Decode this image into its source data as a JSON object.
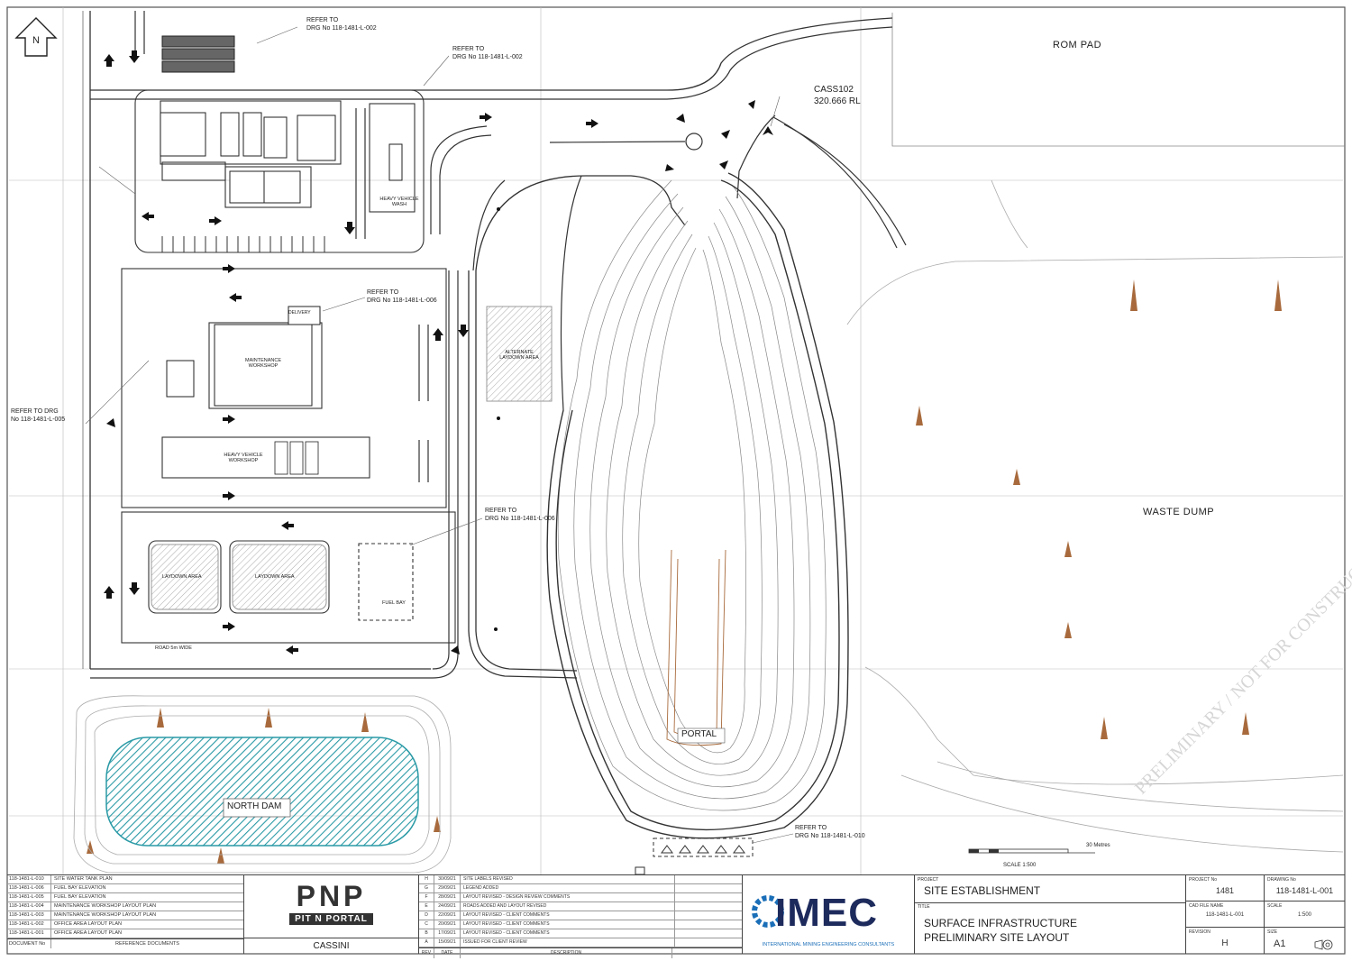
{
  "north_label": "N",
  "areas": {
    "rom_pad": "ROM PAD",
    "waste_dump": "WASTE DUMP",
    "portal": "PORTAL",
    "north_dam": "NORTH DAM",
    "cass": "CASS102",
    "cass_rl": "320.666 RL",
    "heavy_vehicle_wash": "HEAVY VEHICLE WASH",
    "heavy_vehicle_workshop": "HEAVY VEHICLE WORKSHOP",
    "maintenance_workshop": "MAINTENANCE WORKSHOP",
    "delivery": "DELIVERY",
    "laydown_1": "LAYDOWN AREA",
    "laydown_2": "LAYDOWN AREA",
    "laydown_alt": "ALTERNATE LAYDOWN AREA",
    "fuel_bay": "FUEL BAY",
    "cassini_road": "ROAD 5m WIDE"
  },
  "refer_notes": [
    {
      "t1": "REFER TO",
      "t2": "DRG No 118-1481-L-002"
    },
    {
      "t1": "REFER TO",
      "t2": "DRG No 118-1481-L-002"
    },
    {
      "t1": "REFER TO",
      "t2": "DRG No 118-1481-L-006"
    },
    {
      "t1": "REFER TO DRG",
      "t2": "No 118-1481-L-005"
    },
    {
      "t1": "REFER TO",
      "t2": "DRG No 118-1481-L-006"
    },
    {
      "t1": "REFER TO",
      "t2": "DRG No 118-1481-L-010"
    }
  ],
  "scale_bar": {
    "label": "SCALE 1:500",
    "unit": "30 Metres"
  },
  "watermark": "PRELIMINARY / NOT FOR CONSTRUCTION",
  "ref_docs": {
    "header": "REFERENCE DOCUMENTS",
    "rows": [
      {
        "no": "118-1481-L-010",
        "desc": "SITE WATER TANK PLAN"
      },
      {
        "no": "118-1481-L-006",
        "desc": "FUEL BAY ELEVATION"
      },
      {
        "no": "118-1481-L-005",
        "desc": "FUEL BAY ELEVATION"
      },
      {
        "no": "118-1481-L-004",
        "desc": "MAINTENANCE WORKSHOP LAYOUT PLAN"
      },
      {
        "no": "118-1481-L-003",
        "desc": "MAINTENANCE WORKSHOP LAYOUT PLAN"
      },
      {
        "no": "118-1481-L-002",
        "desc": "OFFICE AREA LAYOUT PLAN"
      },
      {
        "no": "118-1481-L-001",
        "desc": "OFFICE AREA LAYOUT PLAN"
      }
    ],
    "col_no": "DOCUMENT No"
  },
  "client": {
    "logo_top": "PNP",
    "logo_bottom": "PIT N PORTAL",
    "project_name": "CASSINI"
  },
  "revisions": {
    "rows": [
      {
        "rev": "H",
        "date": "30/09/21",
        "desc": "SITE LABELS REVISED"
      },
      {
        "rev": "G",
        "date": "29/09/21",
        "desc": "LEGEND ADDED"
      },
      {
        "rev": "F",
        "date": "28/09/21",
        "desc": "LAYOUT REVISED - DESIGN REVIEW COMMENTS"
      },
      {
        "rev": "E",
        "date": "24/09/21",
        "desc": "ROADS ADDED AND LAYOUT REVISED"
      },
      {
        "rev": "D",
        "date": "22/09/21",
        "desc": "LAYOUT REVISED - CLIENT COMMENTS"
      },
      {
        "rev": "C",
        "date": "20/09/21",
        "desc": "LAYOUT REVISED - CLIENT COMMENTS"
      },
      {
        "rev": "B",
        "date": "17/09/21",
        "desc": "LAYOUT REVISED - CLIENT COMMENTS"
      },
      {
        "rev": "A",
        "date": "15/09/21",
        "desc": "ISSUED FOR CLIENT REVIEW"
      }
    ],
    "col_rev": "REV",
    "col_date": "DATE",
    "col_desc": "DESCRIPTION"
  },
  "consultant": {
    "logo": "IMEC",
    "tagline": "INTERNATIONAL MINING ENGINEERING CONSULTANTS"
  },
  "title_block": {
    "project_label": "PROJECT",
    "project": "SITE ESTABLISHMENT",
    "title_label": "TITLE",
    "title_line1": "SURFACE INFRASTRUCTURE",
    "title_line2": "PRELIMINARY SITE LAYOUT",
    "project_no_label": "PROJECT No",
    "project_no": "1481",
    "drawing_no_label": "DRAWING No",
    "drawing_no": "118-1481-L-001",
    "cad_label": "CAD FILE NAME",
    "cad": "118-1481-L-001",
    "scale_label": "SCALE",
    "scale": "1:500",
    "rev_label": "REVISION",
    "rev": "H",
    "size_label": "SIZE",
    "size": "A1"
  },
  "colors": {
    "line": "#3a3a3a",
    "brown": "#a86a3c",
    "teal": "#2a9aa6",
    "logo_blue": "#1b6fb8"
  }
}
